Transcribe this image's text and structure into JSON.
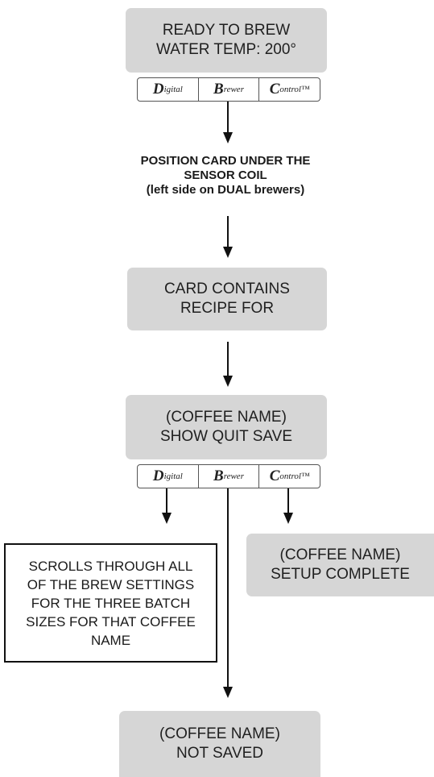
{
  "display_ready": {
    "line1": "READY TO BREW",
    "line2": "WATER TEMP: 200°"
  },
  "keypad": {
    "left": {
      "cap": "D",
      "rest": "igital"
    },
    "center": {
      "cap": "B",
      "rest": "rewer"
    },
    "right": {
      "cap": "C",
      "rest": "ontrol™"
    }
  },
  "instruction": {
    "line1": "POSITION CARD UNDER THE",
    "line2": "SENSOR COIL",
    "line3": "(left side on DUAL brewers)"
  },
  "display_card": {
    "line1": "CARD CONTAINS",
    "line2": "RECIPE FOR"
  },
  "display_menu": {
    "line1": "(COFFEE NAME)",
    "line2": "SHOW  QUIT  SAVE"
  },
  "scroll_note": {
    "line1": "SCROLLS THROUGH ALL",
    "line2": "OF THE BREW SETTINGS",
    "line3": "FOR THE THREE BATCH",
    "line4": "SIZES FOR THAT COFFEE",
    "line5": "NAME"
  },
  "display_complete": {
    "line1": "(COFFEE NAME)",
    "line2": "SETUP COMPLETE"
  },
  "display_not_saved": {
    "line1": "(COFFEE NAME)",
    "line2": "NOT SAVED"
  }
}
